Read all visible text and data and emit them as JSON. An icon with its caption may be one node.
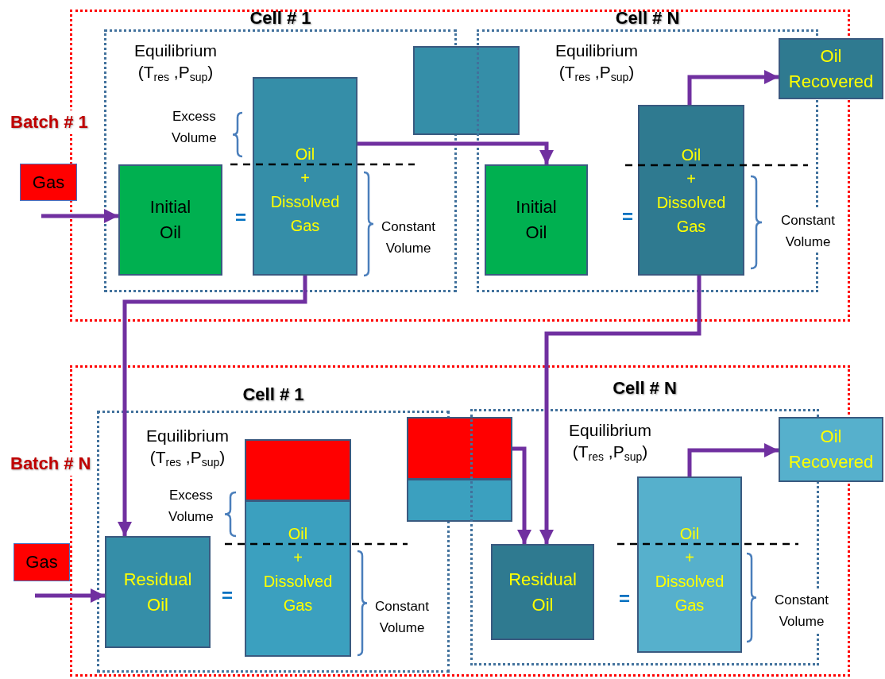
{
  "diagram": {
    "nodes": [
      {
        "text": [
          "Batch # 1"
        ]
      },
      {
        "text": [
          "Cell # 1",
          "Equilibrium (T$_{res}$ ,P$_{sup}$)"
        ],
        "in": 0
      },
      {
        "text": [
          "Gas"
        ]
      },
      {
        "text": [
          "Initial Oil"
        ],
        "in": 1
      },
      {
        "text": [
          "Oil + Dissolved Gas"
        ],
        "in": 1,
        "beside": [
          "Excess Volume",
          "Constant Volume"
        ]
      },
      {
        "text": [],
        "shape": "box",
        "in": 0
      },
      {
        "text": [
          "Cell # N",
          "Equilibrium (T$_{res}$ ,P$_{sup}$)"
        ],
        "in": 0
      },
      {
        "text": [
          "Initial Oil"
        ],
        "in": 6
      },
      {
        "text": [
          "Oil + Dissolved Gas"
        ],
        "in": 6,
        "beside": [
          "Constant Volume"
        ]
      },
      {
        "text": [
          "Oil Recovered"
        ]
      },
      {
        "text": [
          "Batch # N"
        ]
      },
      {
        "text": [
          "Cell # 1",
          "Equilibrium (T$_{res}$ ,P$_{sup}$)"
        ],
        "in": 10
      },
      {
        "text": [
          "Gas"
        ]
      },
      {
        "text": [
          "Residual Oil"
        ],
        "in": 11
      },
      {
        "text": [
          "Oil + Dissolved Gas"
        ],
        "in": 11,
        "beside": [
          "Constant Volume"
        ]
      },
      {
        "text": [],
        "shape": "box",
        "in": 10
      },
      {
        "text": [
          "Cell # N",
          "Equilibrium (T$_{res}$ ,P$_{sup}$)"
        ],
        "in": 10
      },
      {
        "text": [
          "Residual Oil"
        ],
        "in": 16
      },
      {
        "text": [
          "Oil + Dissolved Gas"
        ],
        "in": 16,
        "beside": [
          "Constant Volume"
        ]
      },
      {
        "text": [
          "Oil Recovered"
        ]
      }
    ],
    "edges": [
      {
        "from": null,
        "to": 3,
        "arrow": "to"
      },
      {
        "from": 4,
        "to": 7,
        "arrow": "to"
      },
      {
        "from": 4,
        "to": 13,
        "arrow": "to"
      },
      {
        "from": 8,
        "to": 9,
        "arrow": "to"
      },
      {
        "from": 8,
        "to": 17,
        "arrow": "to"
      },
      {
        "from": null,
        "to": 13,
        "arrow": "to"
      },
      {
        "from": 15,
        "to": 17,
        "arrow": "to"
      },
      {
        "from": 18,
        "to": 19,
        "arrow": "to"
      }
    ],
    "labels": [
      "=",
      "=",
      "Excess Volume",
      "=",
      "="
    ]
  }
}
